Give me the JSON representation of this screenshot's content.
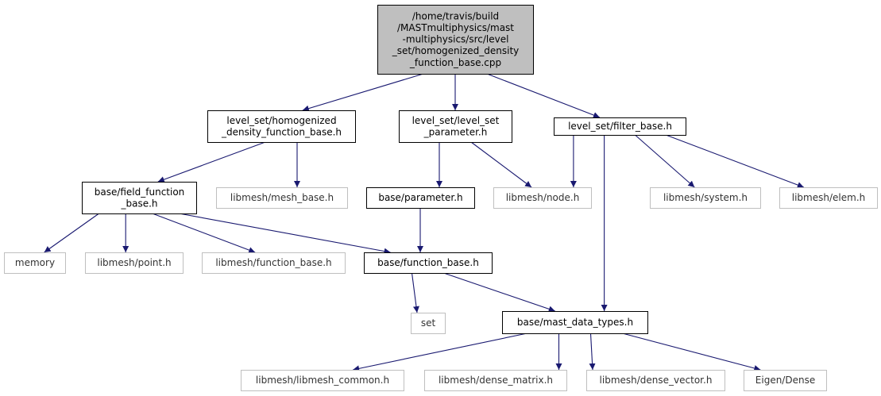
{
  "colors": {
    "edge": "#191970",
    "root_fill": "#bfbfbf",
    "local_border": "#000000",
    "external_border": "#bfbfbf",
    "node_fill": "#ffffff"
  },
  "nodes": [
    {
      "id": "root",
      "kind": "root",
      "lines": [
        "/home/travis/build",
        "/MASTmultiphysics/mast",
        "-multiphysics/src/level",
        "_set/homogenized_density",
        "_function_base.cpp"
      ]
    },
    {
      "id": "hdfb",
      "kind": "local",
      "lines": [
        "level_set/homogenized",
        "_density_function_base.h"
      ]
    },
    {
      "id": "lsp",
      "kind": "local",
      "lines": [
        "level_set/level_set",
        "_parameter.h"
      ]
    },
    {
      "id": "fb",
      "kind": "local",
      "lines": [
        "level_set/filter_base.h"
      ]
    },
    {
      "id": "ffb",
      "kind": "local",
      "lines": [
        "base/field_function",
        "_base.h"
      ]
    },
    {
      "id": "meshbase",
      "kind": "external",
      "lines": [
        "libmesh/mesh_base.h"
      ]
    },
    {
      "id": "param",
      "kind": "local",
      "lines": [
        "base/parameter.h"
      ]
    },
    {
      "id": "node",
      "kind": "external",
      "lines": [
        "libmesh/node.h"
      ]
    },
    {
      "id": "system",
      "kind": "external",
      "lines": [
        "libmesh/system.h"
      ]
    },
    {
      "id": "elem",
      "kind": "external",
      "lines": [
        "libmesh/elem.h"
      ]
    },
    {
      "id": "memory",
      "kind": "external",
      "lines": [
        "memory"
      ]
    },
    {
      "id": "point",
      "kind": "external",
      "lines": [
        "libmesh/point.h"
      ]
    },
    {
      "id": "lmfb",
      "kind": "external",
      "lines": [
        "libmesh/function_base.h"
      ]
    },
    {
      "id": "bfb",
      "kind": "local",
      "lines": [
        "base/function_base.h"
      ]
    },
    {
      "id": "set",
      "kind": "external",
      "lines": [
        "set"
      ]
    },
    {
      "id": "mdt",
      "kind": "local",
      "lines": [
        "base/mast_data_types.h"
      ]
    },
    {
      "id": "common",
      "kind": "external",
      "lines": [
        "libmesh/libmesh_common.h"
      ]
    },
    {
      "id": "dmat",
      "kind": "external",
      "lines": [
        "libmesh/dense_matrix.h"
      ]
    },
    {
      "id": "dvec",
      "kind": "external",
      "lines": [
        "libmesh/dense_vector.h"
      ]
    },
    {
      "id": "eigen",
      "kind": "external",
      "lines": [
        "Eigen/Dense"
      ]
    }
  ],
  "edges": [
    [
      "root",
      "hdfb"
    ],
    [
      "root",
      "lsp"
    ],
    [
      "root",
      "fb"
    ],
    [
      "hdfb",
      "ffb"
    ],
    [
      "hdfb",
      "meshbase"
    ],
    [
      "lsp",
      "param"
    ],
    [
      "lsp",
      "node"
    ],
    [
      "fb",
      "node"
    ],
    [
      "fb",
      "system"
    ],
    [
      "fb",
      "elem"
    ],
    [
      "fb",
      "mdt"
    ],
    [
      "ffb",
      "memory"
    ],
    [
      "ffb",
      "point"
    ],
    [
      "ffb",
      "lmfb"
    ],
    [
      "ffb",
      "bfb"
    ],
    [
      "param",
      "bfb"
    ],
    [
      "bfb",
      "set"
    ],
    [
      "bfb",
      "mdt"
    ],
    [
      "mdt",
      "common"
    ],
    [
      "mdt",
      "dmat"
    ],
    [
      "mdt",
      "dvec"
    ],
    [
      "mdt",
      "eigen"
    ]
  ]
}
